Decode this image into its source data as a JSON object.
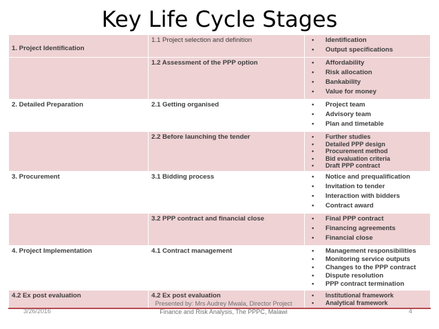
{
  "title": "Key Life Cycle Stages",
  "rows": [
    {
      "stage": "1. Project Identification",
      "step": "1.1  Project selection and definition",
      "items": [
        "Identification",
        "Output specifications"
      ]
    },
    {
      "stage": "",
      "step": "1.2 Assessment of the PPP option",
      "items": [
        "Affordability",
        "Risk allocation",
        "Bankability",
        "Value for money"
      ]
    },
    {
      "stage": "2. Detailed Preparation",
      "step": "2.1 Getting organised",
      "items": [
        "Project team",
        "Advisory team",
        "Plan and timetable"
      ]
    },
    {
      "stage": "",
      "step": "2.2 Before launching the tender",
      "items": [
        "Further studies",
        "Detailed PPP design",
        "Procurement method",
        "Bid evaluation criteria",
        "Draft PPP contract"
      ]
    },
    {
      "stage": "3. Procurement",
      "step": "3.1 Bidding process",
      "items": [
        "Notice and prequalification",
        "Invitation to tender",
        "Interaction with bidders",
        "Contract award"
      ]
    },
    {
      "stage": "",
      "step": "3.2 PPP contract and financial close",
      "items": [
        "Final PPP contract",
        "Financing agreements",
        "Financial close"
      ]
    },
    {
      "stage": "4. Project Implementation",
      "step": "4.1 Contract management",
      "items": [
        "Management responsibilities",
        "Monitoring service outputs",
        "Changes to the PPP contract",
        "Dispute resolution",
        "PPP contract termination"
      ]
    },
    {
      "stage": "4.2 Ex post evaluation",
      "step": "4.2 Ex post evaluation",
      "items": [
        "Institutional framework",
        "Analytical framework"
      ]
    }
  ],
  "footer": {
    "date": "3/26/2016",
    "credit": "Presented by: Mrs Audrey Mwala, Director Project Finance and Risk Analysis, The PPPC, Malawi",
    "page": "4"
  }
}
